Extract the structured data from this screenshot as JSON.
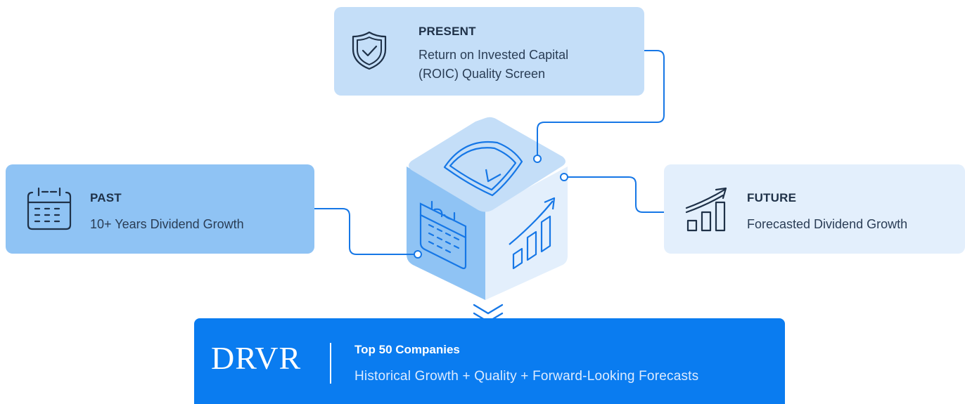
{
  "present": {
    "title": "PRESENT",
    "description_line1": "Return on Invested Capital",
    "description_line2": "(ROIC) Quality Screen",
    "icon": "shield-check-icon"
  },
  "past": {
    "title": "PAST",
    "description": "10+ Years Dividend Growth",
    "icon": "calendar-icon"
  },
  "future": {
    "title": "FUTURE",
    "description": "Forecasted Dividend Growth",
    "icon": "growth-chart-icon"
  },
  "banner": {
    "logo": "DRVR",
    "title": "Top 50 Companies",
    "description": "Historical Growth + Quality + Forward-Looking Forecasts"
  },
  "colors": {
    "present_card": "#c4def8",
    "past_card": "#8fc3f4",
    "future_card": "#e3effc",
    "banner": "#0a7cf0",
    "connector": "#1677e6",
    "icon_stroke": "#1f3148"
  }
}
